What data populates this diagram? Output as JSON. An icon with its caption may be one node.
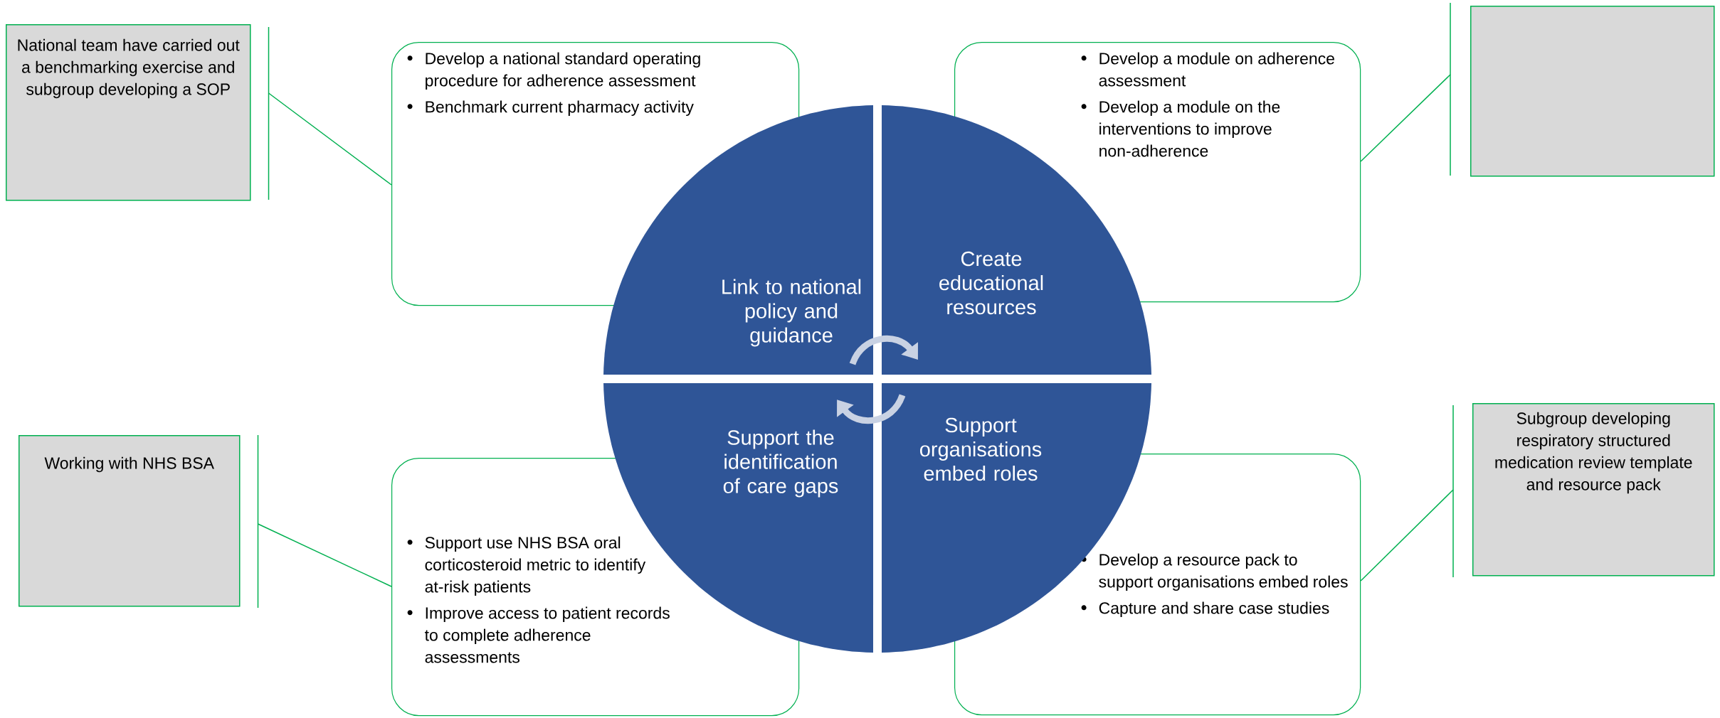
{
  "diagram": {
    "nodes": [
      {
        "text": [
          "National team have carried out a benchmarking exercise and subgroup developing a SOP"
        ]
      },
      {
        "text": [
          "Develop a national standard operating procedure for adherence assessment",
          "Benchmark current pharmacy activity"
        ]
      },
      {
        "text": [
          "Develop a module on adherence assessment",
          "Develop a module on the interventions to improve non-adherence"
        ]
      },
      {
        "text": [],
        "shape": "box"
      },
      {
        "text": [
          "Link to national policy and guidance"
        ]
      },
      {
        "text": [
          "Create educational resources"
        ]
      },
      {
        "text": [
          "Working with NHS BSA"
        ]
      },
      {
        "text": [
          "Support use NHS BSA oral corticosteroid metric to identify at-risk patients",
          "Improve access to patient records to complete adherence assessments"
        ]
      },
      {
        "text": [
          "Support the identification of care gaps"
        ]
      },
      {
        "text": [
          "Support organisations embed roles"
        ]
      },
      {
        "text": [
          "Develop a resource pack to support organisations embed roles",
          "Capture and share case studies"
        ]
      },
      {
        "text": [
          "Subgroup developing respiratory structured medication review template and resource pack"
        ]
      }
    ],
    "edges": [
      {
        "from": 0,
        "to": 1,
        "arrow": "none"
      },
      {
        "from": 3,
        "to": 2,
        "arrow": "none"
      },
      {
        "from": 6,
        "to": 7,
        "arrow": "none"
      },
      {
        "from": 11,
        "to": 10,
        "arrow": "none"
      },
      {
        "from": 4,
        "to": 5,
        "arrow": "to",
        "style": "thick",
        "color": "#c9d2e3"
      },
      {
        "from": 9,
        "to": 8,
        "arrow": "to",
        "style": "thick",
        "color": "#c9d2e3"
      }
    ]
  }
}
